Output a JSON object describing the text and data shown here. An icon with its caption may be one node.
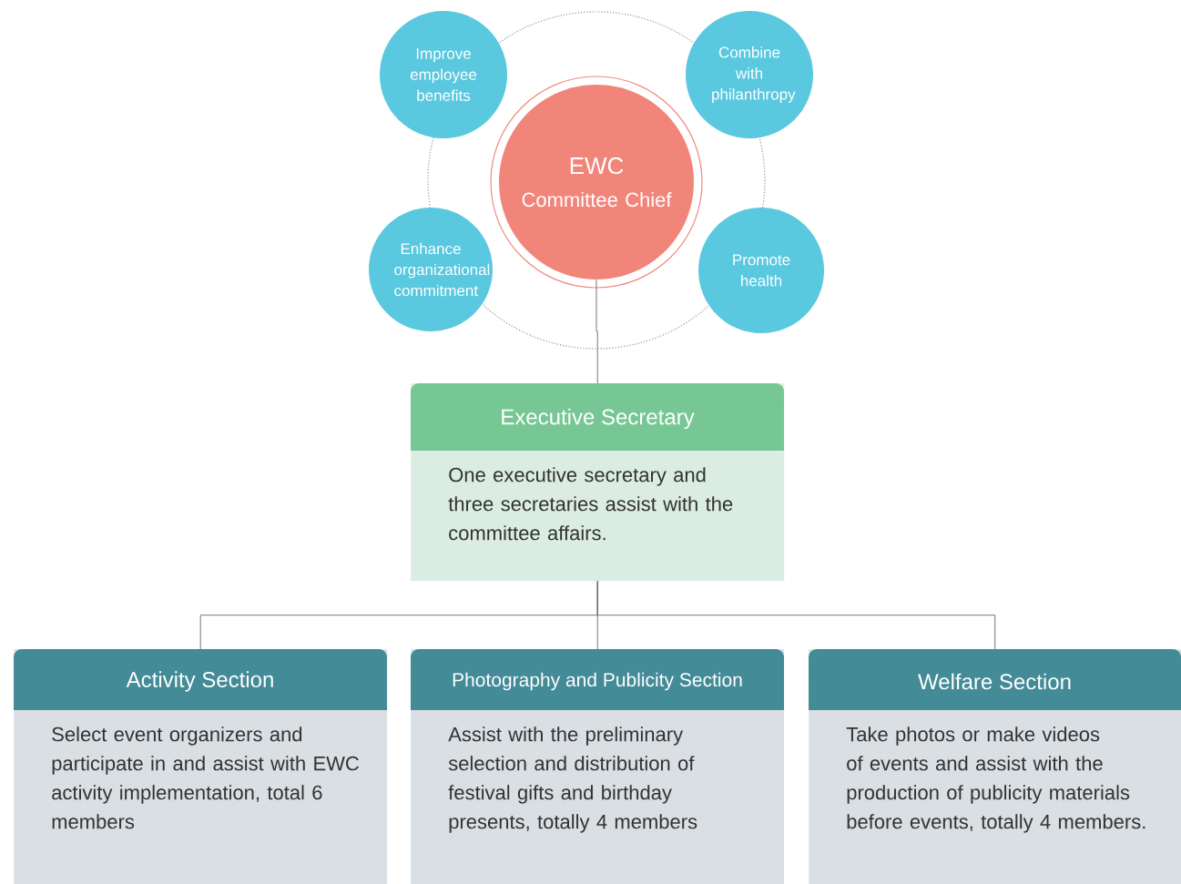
{
  "diagram": {
    "nodes": [
      {
        "text": [
          "EWC",
          "Committee Chief"
        ]
      },
      {
        "text": [
          "Improve employee benefits"
        ]
      },
      {
        "text": [
          "Combine with philanthropy"
        ]
      },
      {
        "text": [
          "Enhance organizational commitment"
        ]
      },
      {
        "text": [
          "Promote health"
        ]
      },
      {
        "text": [
          "Executive Secretary",
          "One executive secretary and three secretaries assist with the committee affairs."
        ]
      },
      {
        "text": [
          "Activity Section",
          "Select event organizers and participate in and assist with EWC activity implementation, total 6 members"
        ]
      },
      {
        "text": [
          "Photography and Publicity Section",
          "Assist with the preliminary selection and distribution of festival gifts and birthday presents, totally 4 members"
        ]
      },
      {
        "text": [
          "Welfare Section",
          "Take photos or make videos of events and assist with the production of publicity materials before events, totally 4 members."
        ]
      }
    ],
    "edges": [
      {
        "from": 0,
        "to": 5,
        "arrow": "none"
      },
      {
        "from": 5,
        "to": 6,
        "arrow": "none"
      },
      {
        "from": 5,
        "to": 7,
        "arrow": "none"
      },
      {
        "from": 5,
        "to": 8,
        "arrow": "none"
      }
    ]
  }
}
